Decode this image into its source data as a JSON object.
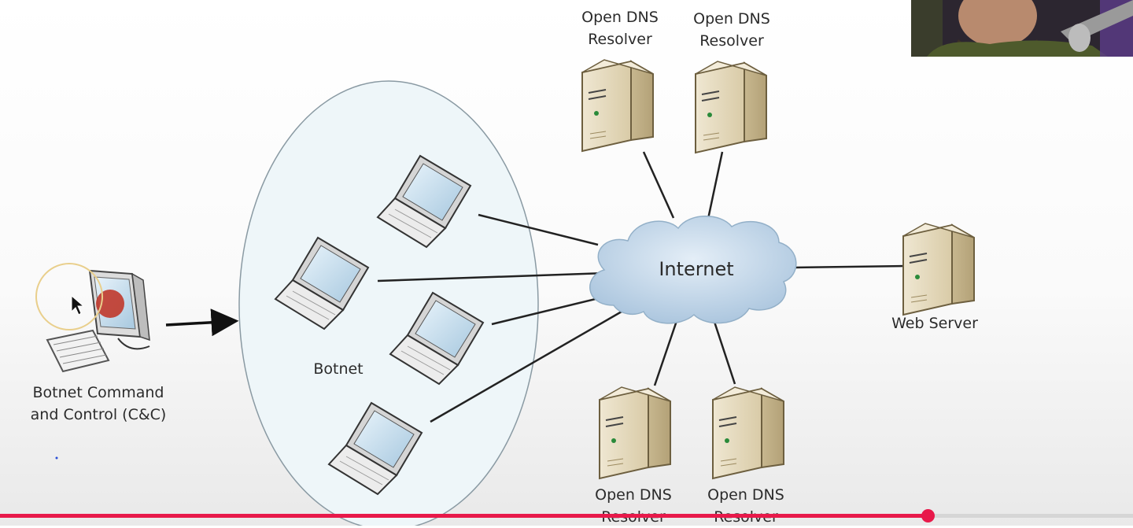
{
  "diagram": {
    "cnc_label_line1": "Botnet Command",
    "cnc_label_line2": "and Control (C&C)",
    "botnet_label": "Botnet",
    "internet_label": "Internet",
    "web_server_label": "Web Server",
    "resolver_line1": "Open DNS",
    "resolver_line2": "Resolver"
  },
  "player": {
    "progress_fraction": 0.819
  },
  "colors": {
    "accent": "#e8194a",
    "cloud": "#c9dcec",
    "server": "#e3d9bf",
    "botnet_fill": "#eaf3f7"
  }
}
